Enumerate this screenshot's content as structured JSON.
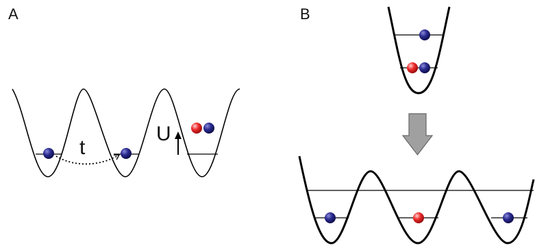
{
  "panels": [
    {
      "label": "A"
    },
    {
      "label": "B"
    }
  ],
  "symbols": {
    "tunneling": "t",
    "interaction": "U"
  },
  "colors": {
    "atom_blue": "#22227a",
    "atom_red": "#e02020",
    "potential_line": "#000000",
    "arrow_fill": "#a0a0a0"
  }
}
